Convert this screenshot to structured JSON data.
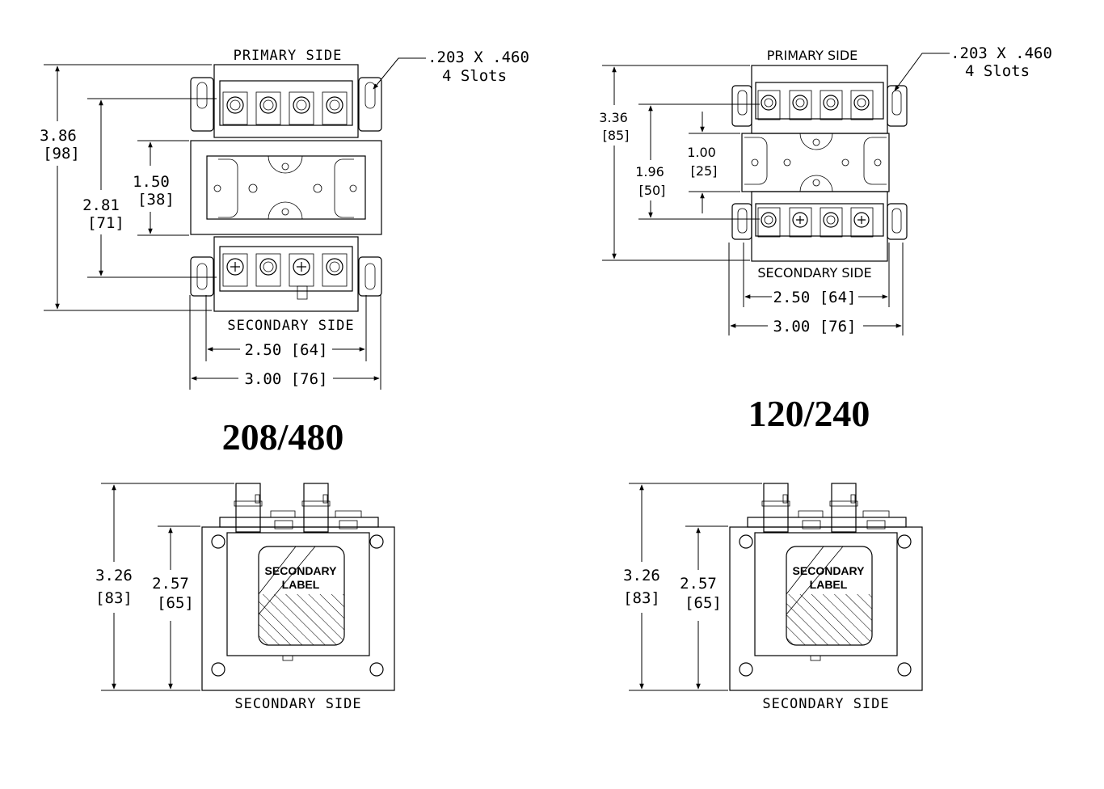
{
  "left_top": {
    "primary_side": "PRIMARY SIDE",
    "slot_size": ".203 X .460",
    "slot_count": "4 Slots",
    "height_total": "3.86",
    "height_total_mm": "[98]",
    "height_mount": "2.81",
    "height_mount_mm": "[71]",
    "height_core": "1.50",
    "height_core_mm": "[38]",
    "secondary_side": "SECONDARY SIDE",
    "width_mount": "2.50 [64]",
    "width_total": "3.00 [76]"
  },
  "left_title": "208/480",
  "right_top": {
    "primary_side": "PRIMARY SIDE",
    "slot_size": ".203 X .460",
    "slot_count": "4 Slots",
    "height_total": "3.36",
    "height_total_mm": "[85]",
    "height_mount": "1.96",
    "height_mount_mm": "[50]",
    "height_core": "1.00",
    "height_core_mm": "[25]",
    "secondary_side": "SECONDARY SIDE",
    "width_mount": "2.50 [64]",
    "width_total": "3.00 [76]"
  },
  "right_title": "120/240",
  "left_bottom": {
    "height_total": "3.26",
    "height_total_mm": "[83]",
    "height_body": "2.57",
    "height_body_mm": "[65]",
    "label_line1": "SECONDARY",
    "label_line2": "LABEL",
    "secondary_side": "SECONDARY SIDE"
  },
  "right_bottom": {
    "height_total": "3.26",
    "height_total_mm": "[83]",
    "height_body": "2.57",
    "height_body_mm": "[65]",
    "label_line1": "SECONDARY",
    "label_line2": "LABEL",
    "secondary_side": "SECONDARY SIDE"
  }
}
